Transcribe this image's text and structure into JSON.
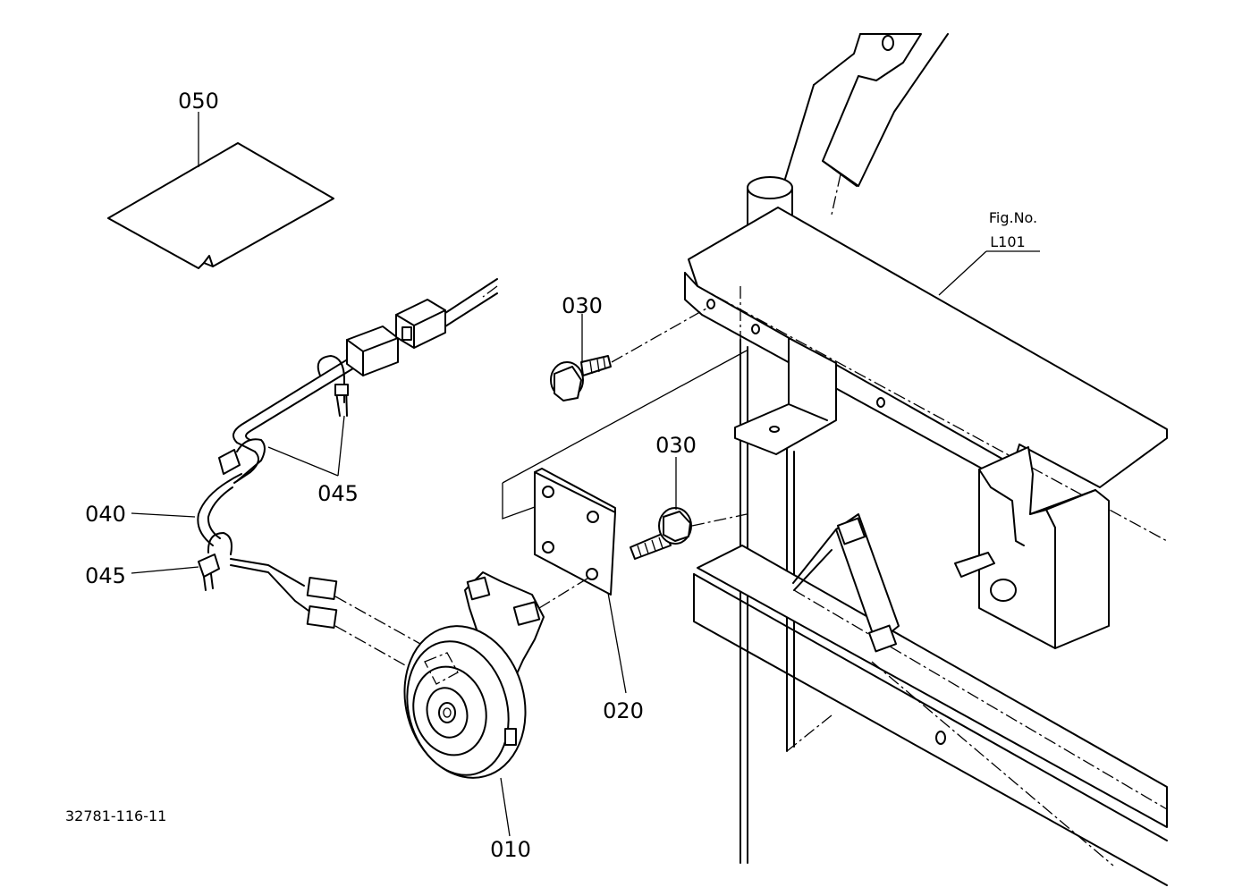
{
  "diagram": {
    "parts": {
      "horn": "010",
      "plate": "020",
      "bolt_upper": "030",
      "bolt_lower": "030",
      "wire_harness": "040",
      "clamp_upper": "045",
      "clamp_lower": "045",
      "label_sheet": "050"
    },
    "figure_ref": {
      "line1": "Fig.No.",
      "line2": "L101"
    },
    "drawing_number": "32781-116-11"
  }
}
